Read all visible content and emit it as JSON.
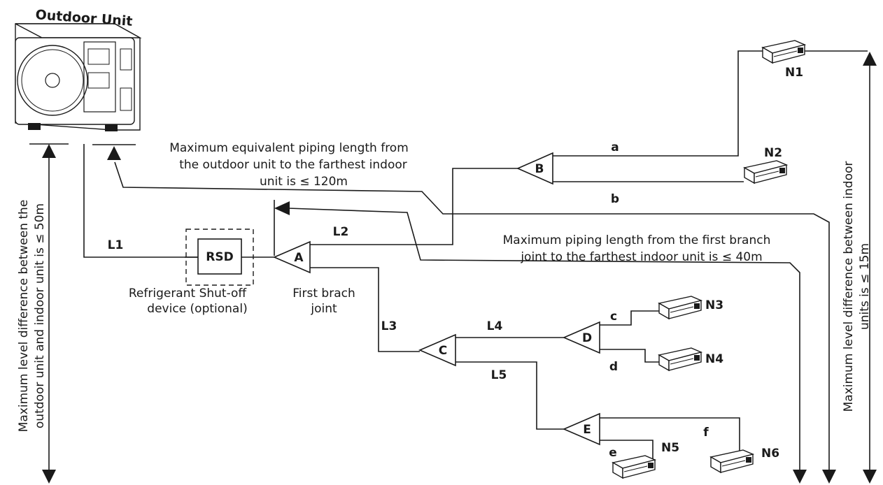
{
  "outdoor_unit": {
    "title": "Outdoor Unit"
  },
  "rsd": {
    "label": "RSD",
    "caption_line1": "Refrigerant Shut-off",
    "caption_line2": "device (optional)"
  },
  "first_branch": {
    "caption_line1": "First brach",
    "caption_line2": "joint"
  },
  "joints": {
    "A": "A",
    "B": "B",
    "C": "C",
    "D": "D",
    "E": "E"
  },
  "pipes": {
    "L1": "L1",
    "L2": "L2",
    "L3": "L3",
    "L4": "L4",
    "L5": "L5",
    "a": "a",
    "b": "b",
    "c": "c",
    "d": "d",
    "e": "e",
    "f": "f"
  },
  "indoor_units": {
    "N1": "N1",
    "N2": "N2",
    "N3": "N3",
    "N4": "N4",
    "N5": "N5",
    "N6": "N6"
  },
  "notes": {
    "equiv_line1": "Maximum equivalent piping length from",
    "equiv_line2": "the outdoor unit to the farthest indoor",
    "equiv_line3": "unit is ≤ 120m",
    "branch_line1": "Maximum piping length from the first branch",
    "branch_line2": "joint to the farthest indoor unit is ≤ 40m",
    "left_line1": "Maximum level difference between the",
    "left_line2": "outdoor unit and indoor unit is ≤ 50m",
    "right_line1": "Maximum level difference between indoor",
    "right_line2": "units is ≤ 15m"
  }
}
